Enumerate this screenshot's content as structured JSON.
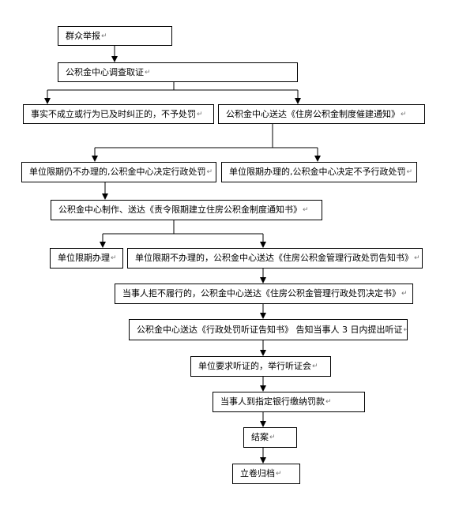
{
  "nodes": {
    "report": "群众举报",
    "investigate": "公积金中心调查取证",
    "no_penalty_fact": "事实不成立或行为已及时纠正的，不予处罚",
    "send_urge_notice": "公积金中心送达《住房公积金制度催建通知》",
    "overdue_penalty": "单位限期仍不办理的,公积金中心决定行政处罚",
    "handled_no_penalty": "单位限期办理的,公积金中心决定不予行政处罚",
    "make_order": "公积金中心制作、送达《责令限期建立住房公积金制度通知书》",
    "handled_in_time": "单位限期办理",
    "send_penalty_notice": "单位限期不办理的，公积金中心送达《住房公积金管理行政处罚告知书》",
    "send_decision": "当事人拒不履行的，公积金中心送达《住房公积金管理行政处罚决定书》",
    "hearing_notice": "公积金中心送达《行政处罚听证告知书》 告知当事人 3 日内提出听证",
    "hold_hearing": "单位要求听证的，举行听证会",
    "pay_fine": "当事人到指定银行缴纳罚款",
    "close_case": "结案",
    "archive": "立卷归档"
  },
  "para_mark": "↵"
}
